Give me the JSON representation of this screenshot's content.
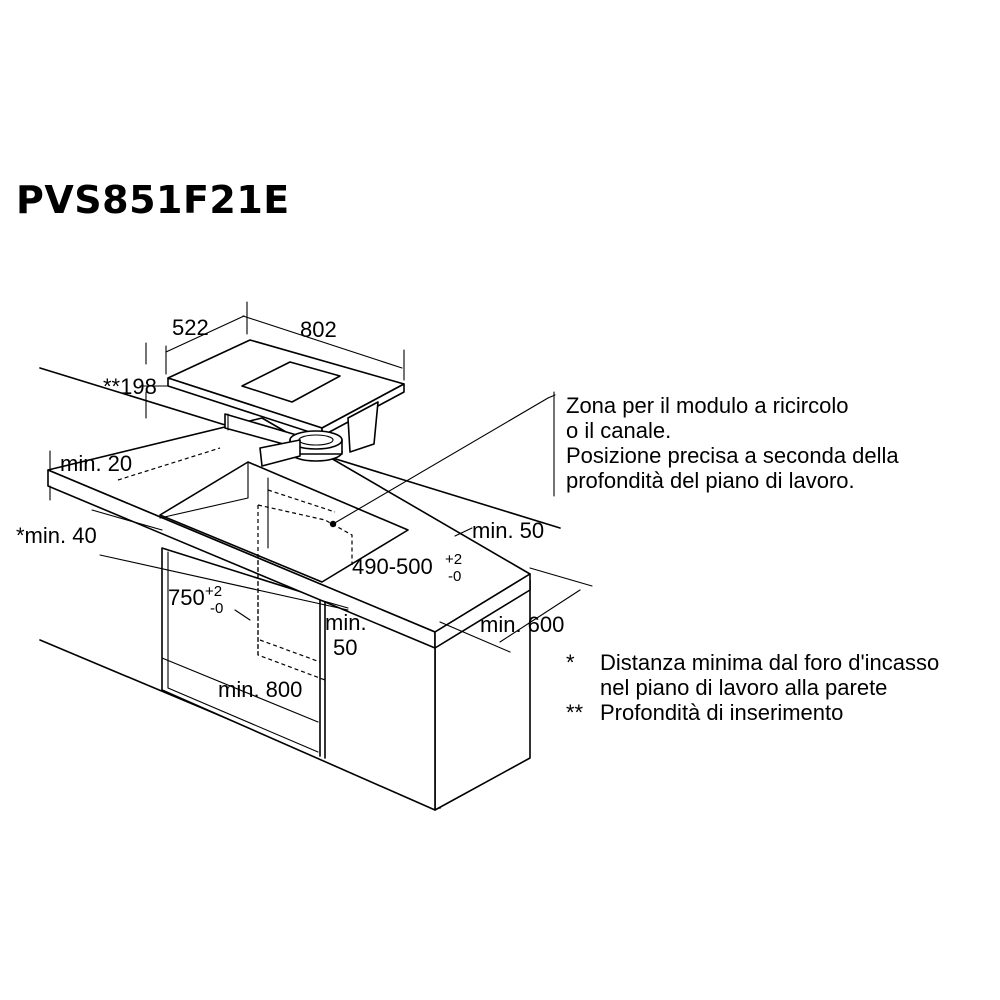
{
  "title": "PVS851F21E",
  "dimensions": {
    "width_top": "802",
    "depth_top": "522",
    "insertion_depth": "**198",
    "min_20": "min. 20",
    "min_40": "*min. 40",
    "min_50_right": "min. 50",
    "cutout_depth_main": "490-500",
    "cutout_depth_sup": "+2",
    "cutout_depth_sub": "-0",
    "cutout_width_main": "750",
    "cutout_width_sup": "+2",
    "cutout_width_sub": "-0",
    "min_50_vertical_1": "min.",
    "min_50_vertical_2": "50",
    "min_600": "min. 600",
    "min_800": "min. 800"
  },
  "zone_note": {
    "lines": [
      "Zona per il modulo a ricircolo",
      "o il canale.",
      "Posizione precisa a seconda della",
      "profondità del piano di lavoro."
    ]
  },
  "legend": [
    {
      "marker": "*",
      "lines": [
        "Distanza minima dal foro d'incasso",
        "nel piano di lavoro alla parete"
      ]
    },
    {
      "marker": "**",
      "lines": [
        "Profondità di inserimento"
      ]
    }
  ]
}
